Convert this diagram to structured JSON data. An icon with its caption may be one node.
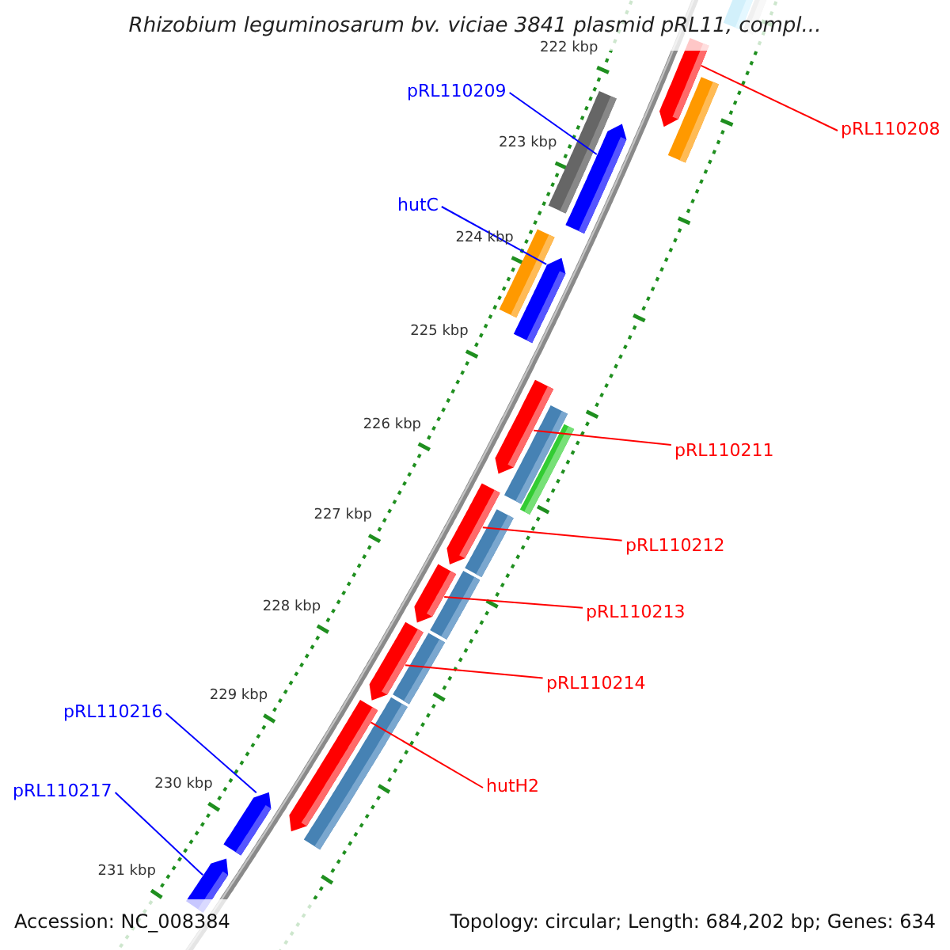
{
  "diagram": {
    "title": "Rhizobium leguminosarum bv. viciae 3841 plasmid pRL11, compl...",
    "nodes": [
      {
        "text": [
          "pRL110209"
        ]
      },
      {
        "text": [],
        "shape": "bar"
      },
      {
        "text": [
          "pRL110208"
        ]
      },
      {
        "text": [],
        "shape": "bar"
      },
      {
        "text": [
          "hutC"
        ]
      },
      {
        "text": [],
        "shape": "bar"
      },
      {
        "text": [
          "pRL110211"
        ]
      },
      {
        "text": [],
        "shape": "bar"
      },
      {
        "text": [
          "pRL110212"
        ]
      },
      {
        "text": [],
        "shape": "bar"
      },
      {
        "text": [
          "pRL110213"
        ]
      },
      {
        "text": [],
        "shape": "bar"
      },
      {
        "text": [
          "pRL110214"
        ]
      },
      {
        "text": [],
        "shape": "bar"
      },
      {
        "text": [
          "hutH2"
        ]
      },
      {
        "text": [],
        "shape": "bar"
      },
      {
        "text": [
          "pRL110216"
        ]
      },
      {
        "text": [],
        "shape": "bar"
      },
      {
        "text": [
          "pRL110217"
        ]
      },
      {
        "text": [],
        "shape": "bar"
      }
    ],
    "edges": [
      {
        "from": 0,
        "to": 1,
        "arrow": "none",
        "color": "#0000ff"
      },
      {
        "from": 2,
        "to": 3,
        "arrow": "none"
      },
      {
        "from": 4,
        "to": 5,
        "arrow": "none",
        "color": "#0000ff"
      },
      {
        "from": 6,
        "to": 7,
        "arrow": "none"
      },
      {
        "from": 8,
        "to": 9,
        "arrow": "none"
      },
      {
        "from": 10,
        "to": 11,
        "arrow": "none"
      },
      {
        "from": 12,
        "to": 13,
        "arrow": "none"
      },
      {
        "from": 14,
        "to": 15,
        "arrow": "none"
      },
      {
        "from": 16,
        "to": 17,
        "arrow": "none",
        "color": "#0000ff"
      },
      {
        "from": 18,
        "to": 19,
        "arrow": "none",
        "color": "#0000ff"
      }
    ],
    "labels": [
      "222 kbp",
      "223 kbp",
      "224 kbp",
      "225 kbp",
      "226 kbp",
      "227 kbp",
      "228 kbp",
      "229 kbp",
      "230 kbp",
      "231 kbp",
      "Accession: NC_008384",
      "Topology: circular; Length: 684,202 bp; Genes: 634"
    ]
  }
}
